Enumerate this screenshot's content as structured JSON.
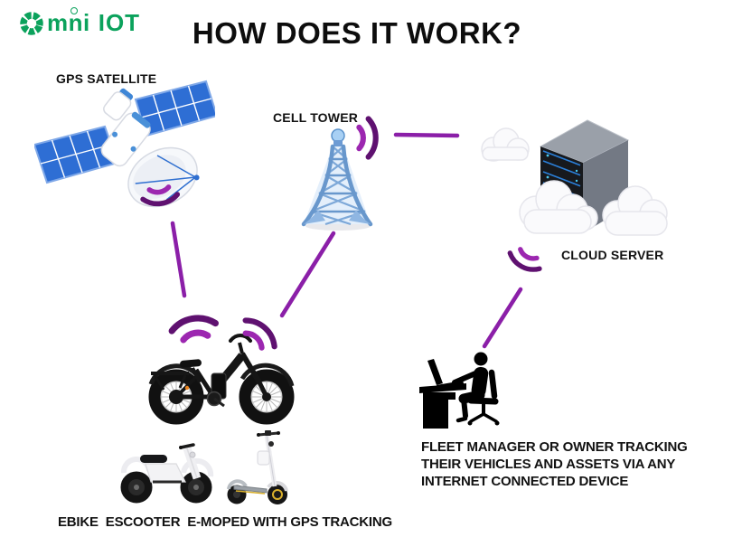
{
  "logo": {
    "text": "mni",
    "suffix": "IOT"
  },
  "header": {
    "title": "HOW DOES IT WORK?"
  },
  "diagram": {
    "satellite_label": "GPS SATELLITE",
    "tower_label": "CELL TOWER",
    "server_label": "CLOUD SERVER",
    "vehicles_label": "EBIKE  ESCOOTER  E-MOPED WITH GPS TRACKING",
    "manager_lines": {
      "line1": "FLEET MANAGER OR OWNER TRACKING",
      "line2": "THEIR VEHICLES AND ASSETS VIA ANY",
      "line3": "INTERNET CONNECTED DEVICE"
    },
    "icons": [
      "aperture-icon",
      "satellite-icon",
      "cell-tower-icon",
      "cloud-server-icon",
      "signal-arcs-icon",
      "ebike-icon",
      "escooter-icon",
      "e-moped-icon",
      "fleet-manager-icon"
    ]
  },
  "colors": {
    "brand_green": "#0ba25c",
    "signal_line": "#8b1fa8",
    "signal_bright": "#9c27b0",
    "signal_dark": "#5f1170",
    "solar_panel_blue": "#2e6ed4",
    "tower_blue": "#6897cc",
    "server_face_dark": "#17191d",
    "server_gray": "#9aa0a9",
    "server_slat_blue": "#2b7fd8",
    "text_black": "#121212"
  }
}
